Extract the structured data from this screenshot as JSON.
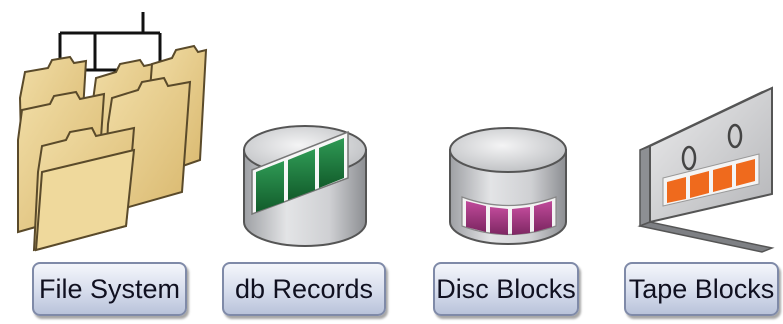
{
  "items": [
    {
      "label": "File System",
      "icon": "folder-tree-icon"
    },
    {
      "label": "db Records",
      "icon": "database-records-icon"
    },
    {
      "label": "Disc Blocks",
      "icon": "disc-blocks-icon"
    },
    {
      "label": "Tape Blocks",
      "icon": "tape-blocks-icon"
    }
  ],
  "colors": {
    "folder": "#e8cf92",
    "db_records": "#1d7a3c",
    "disc_blocks": "#a0367e",
    "tape_blocks": "#ef6a1d",
    "label_border": "#7f8aa8"
  }
}
